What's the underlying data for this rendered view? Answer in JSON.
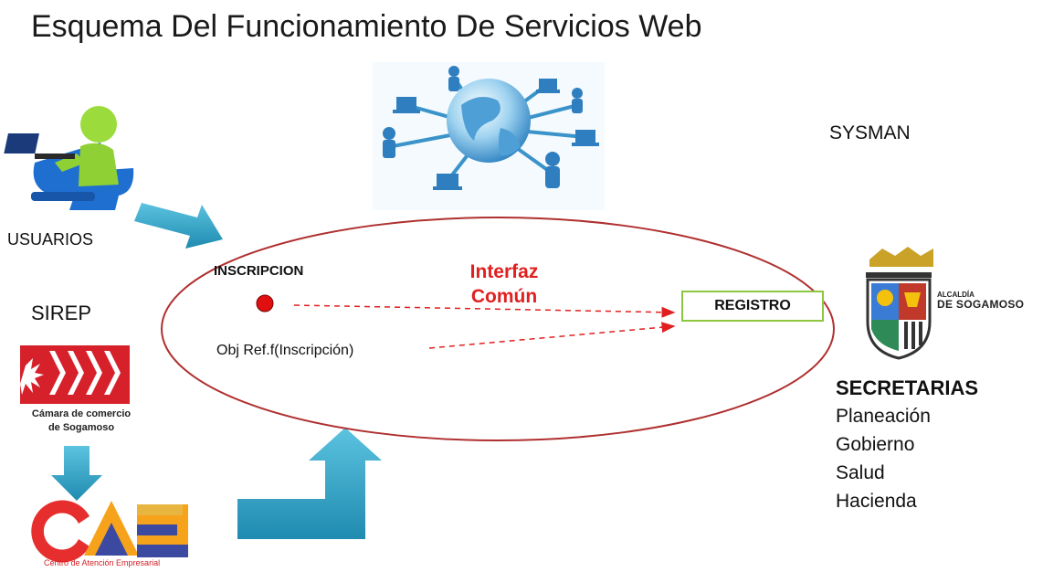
{
  "title": "Esquema Del Funcionamiento De Servicios Web",
  "labels": {
    "usuarios": "USUARIOS",
    "sirep": "SIREP",
    "sysman": "SYSMAN",
    "inscripcion": "INSCRIPCION",
    "obj_ref": "Obj Ref.f(Inscripción)",
    "interfaz_line1": "Interfaz",
    "interfaz_line2": "Común",
    "registro": "REGISTRO"
  },
  "logos": {
    "camara_caption_line1": "Cámara de comercio",
    "camara_caption_line2": "de Sogamoso",
    "cae_caption": "Centro de Atención Empresarial",
    "alcaldia_word": "ALCALDÍA",
    "sogamoso_word": "DE SOGAMOSO"
  },
  "secretarias": {
    "title": "SECRETARIAS",
    "items": [
      "Planeación",
      "Gobierno",
      "Salud",
      "Hacienda"
    ]
  },
  "colors": {
    "ellipse": "#b03030",
    "interfaz_text": "#e02020",
    "arrow": "#3aa7c8",
    "registro_border": "#8dc63f",
    "dashed_arrow": "#e02020",
    "cae_red": "#e62e2e",
    "cae_orange": "#f7a21b",
    "cae_blue": "#3b4aa0"
  }
}
